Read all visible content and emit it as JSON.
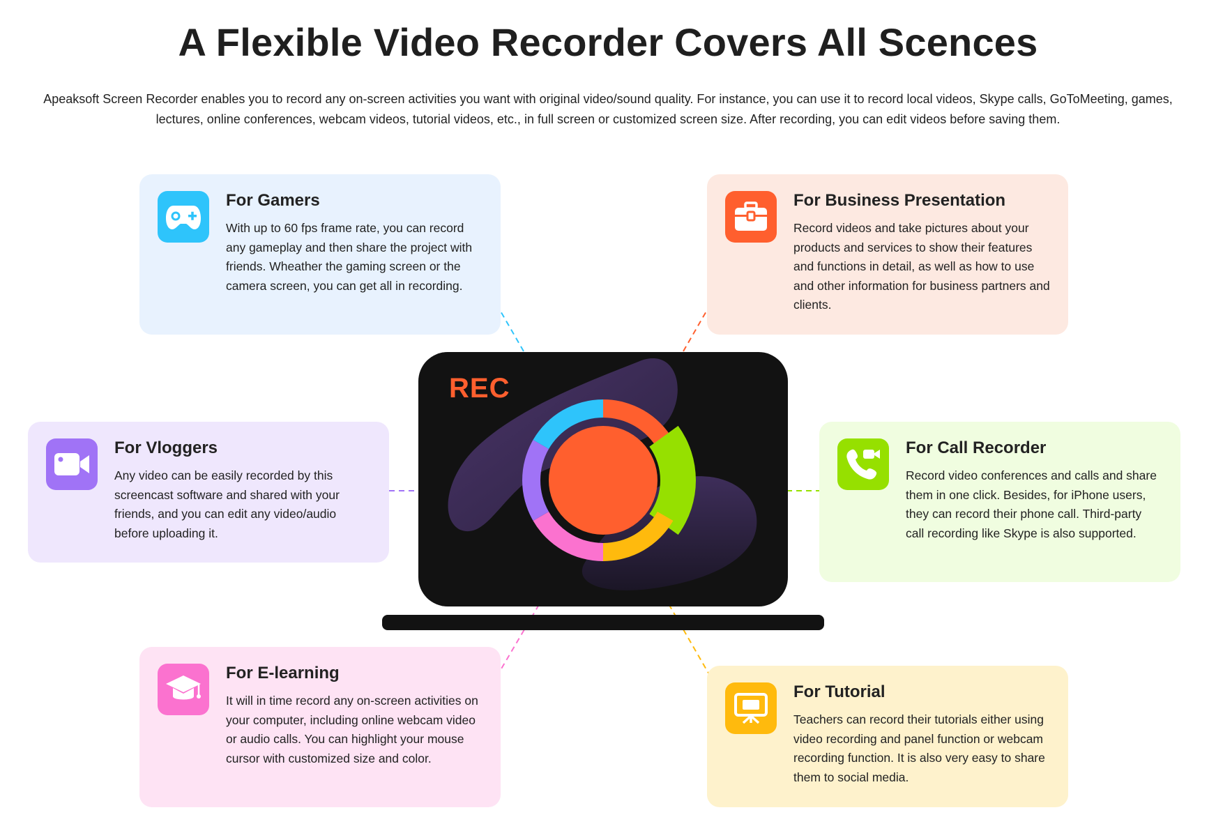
{
  "heading": "A Flexible Video Recorder Covers All Scences",
  "intro": "Apeaksoft Screen Recorder enables you to record any on-screen activities you want with original video/sound quality. For instance, you can use it to record local videos, Skype calls, GoToMeeting, games, lectures, online conferences, webcam videos, tutorial videos, etc., in full screen or customized screen size. After recording, you can edit videos before saving them.",
  "recorder": {
    "rec_label": "REC"
  },
  "cards": [
    {
      "title": "For Gamers",
      "text": "With up to 60 fps frame rate, you can record any gameplay and then share the project with friends. Wheather the gaming screen or the camera screen, you can get all in recording.",
      "bg": "#e8f2fe",
      "icon_bg": "#2ec4fb",
      "icon": "gamepad-icon"
    },
    {
      "title": "For Business Presentation",
      "text": "Record videos and take pictures about your products and services to show their features and functions in detail, as well as how to use and other information for business partners and clients.",
      "bg": "#fde9e1",
      "icon_bg": "#ff5f2e",
      "icon": "briefcase-icon"
    },
    {
      "title": "For Vloggers",
      "text": "Any video can be easily recorded by this screencast software and shared with your friends, and you can edit any video/audio before uploading it.",
      "bg": "#efe7fd",
      "icon_bg": "#a073f6",
      "icon": "video-camera-icon"
    },
    {
      "title": "For Call Recorder",
      "text": "Record video conferences and calls and share them in one click. Besides, for iPhone users, they can record their phone call. Third-party call recording like Skype is also supported.",
      "bg": "#f0fde0",
      "icon_bg": "#96e000",
      "icon": "phone-video-icon"
    },
    {
      "title": "For E-learning",
      "text": "It will in time record any on-screen activities on your computer, including online webcam video or audio calls. You can highlight your mouse cursor with customized size and color.",
      "bg": "#fee3f4",
      "icon_bg": "#fb72cf",
      "icon": "graduation-cap-icon"
    },
    {
      "title": "For Tutorial",
      "text": "Teachers can record their tutorials either using video recording and panel function or webcam recording function. It is also very easy to share them to social media.",
      "bg": "#fef2cc",
      "icon_bg": "#ffba0d",
      "icon": "presentation-board-icon"
    }
  ],
  "ring_colors": [
    "#ff5f2e",
    "#96e000",
    "#ffba0d",
    "#fb72cf",
    "#a073f6",
    "#2ec4fb"
  ]
}
